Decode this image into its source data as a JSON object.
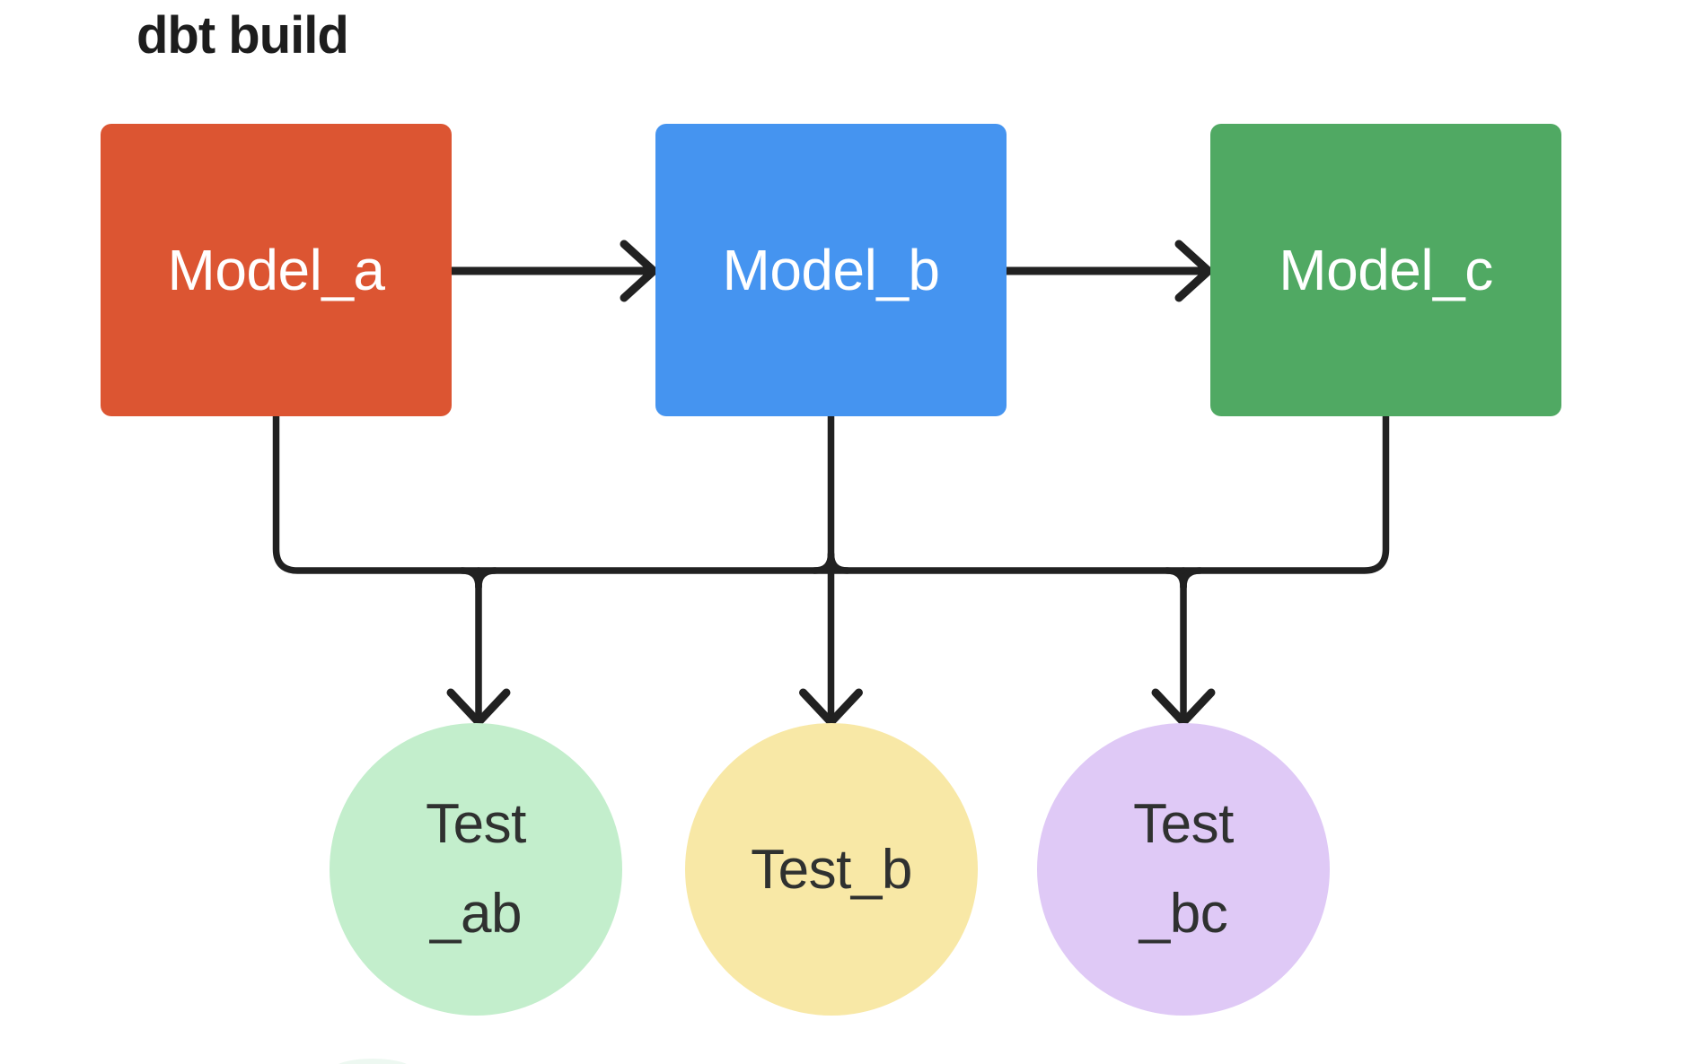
{
  "title": "dbt build",
  "colors": {
    "background": "#ffffff",
    "line": "#212121",
    "title_text": "#1d1d1d",
    "model_label_text": "#ffffff",
    "test_label_text": "#2f3130",
    "cropped_shape": "#edf8f1"
  },
  "models": [
    {
      "label": "Model_a",
      "color": "#dc5532"
    },
    {
      "label": "Model_b",
      "color": "#4594f0"
    },
    {
      "label": "Model_c",
      "color": "#50a963"
    }
  ],
  "tests": [
    {
      "lines": [
        "Test",
        "_ab"
      ],
      "color": "#c3eecc"
    },
    {
      "lines": [
        "Test_b"
      ],
      "color": "#f8e8a6"
    },
    {
      "lines": [
        "Test",
        "_bc"
      ],
      "color": "#dfc9f6"
    }
  ],
  "edges": [
    {
      "from": "Model_a",
      "to": "Model_b",
      "style": "arrow"
    },
    {
      "from": "Model_b",
      "to": "Model_c",
      "style": "arrow"
    },
    {
      "from": "Model_a",
      "to": "Test_ab",
      "style": "tree-arrow"
    },
    {
      "from": "Model_b",
      "to": "Test_ab",
      "style": "tree-arrow"
    },
    {
      "from": "Model_b",
      "to": "Test_b",
      "style": "tree-arrow"
    },
    {
      "from": "Model_b",
      "to": "Test_bc",
      "style": "tree-arrow"
    },
    {
      "from": "Model_c",
      "to": "Test_bc",
      "style": "tree-arrow"
    }
  ]
}
